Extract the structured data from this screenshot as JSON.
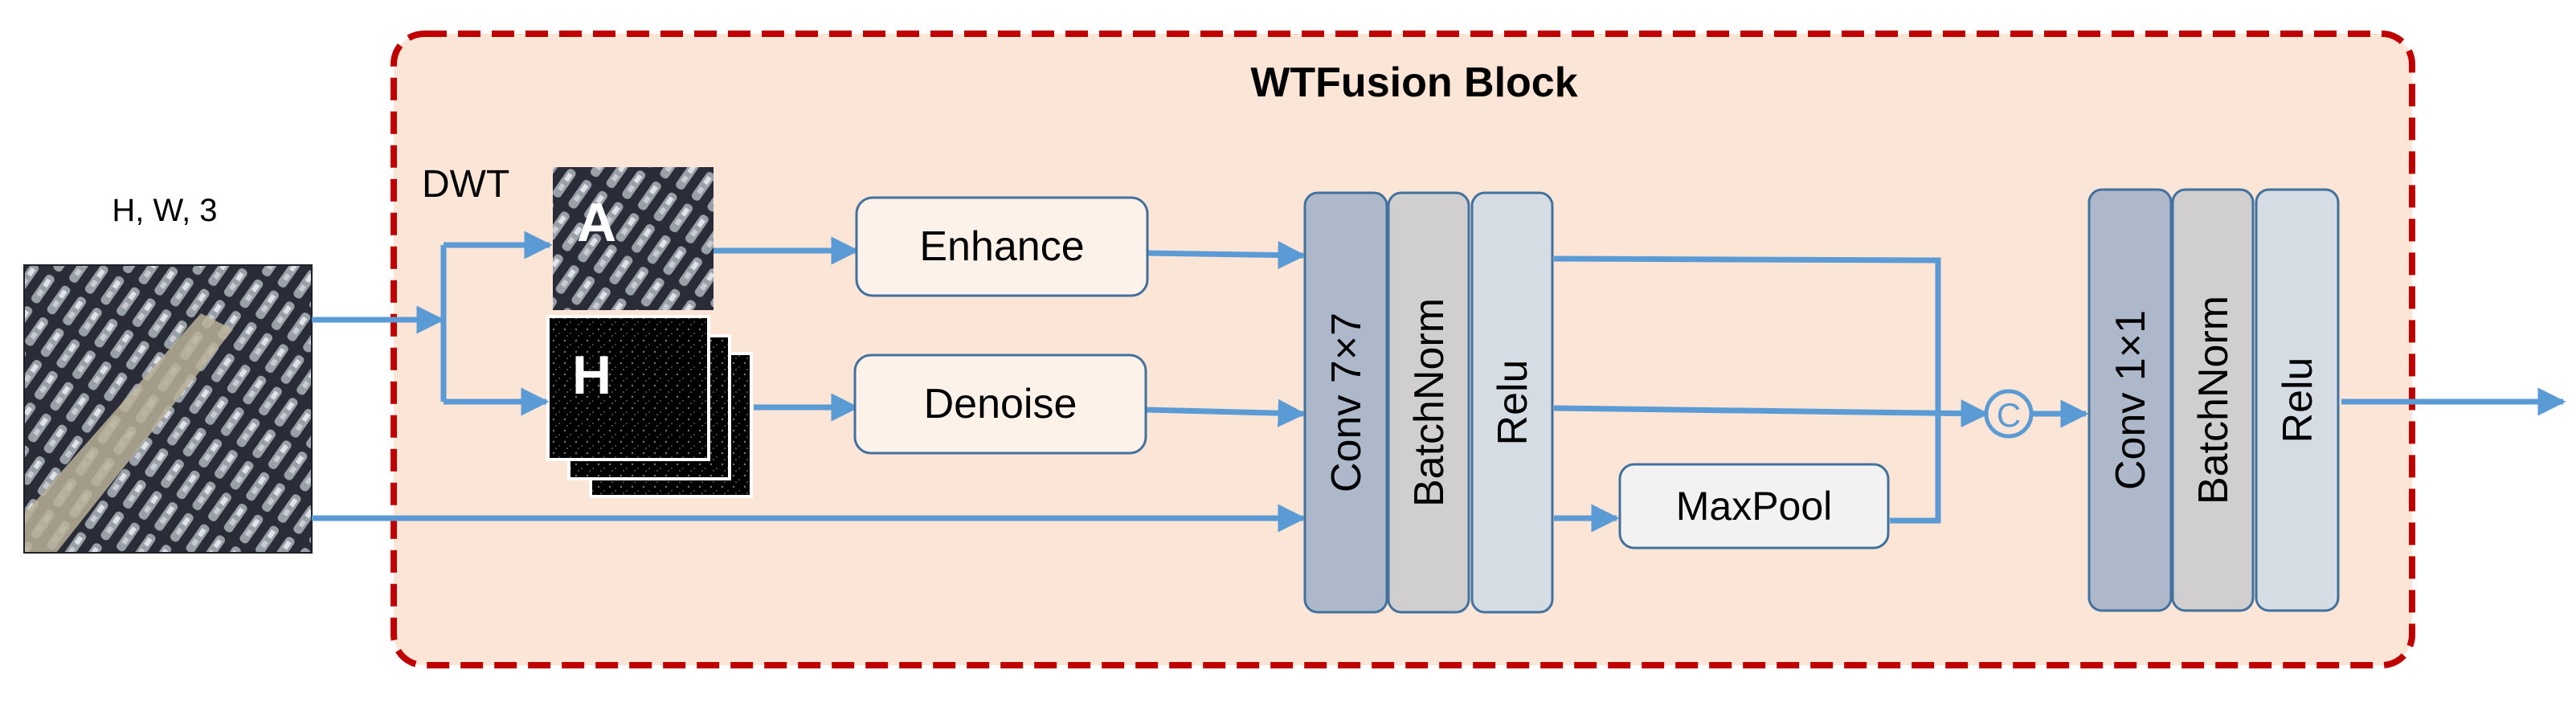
{
  "block": {
    "title": "WTFusion Block",
    "background_color": "#fbe5d6",
    "border_color": "#c00000"
  },
  "input": {
    "shape_label": "H, W, 3",
    "image_description": "aerial-ships-icon"
  },
  "dwt": {
    "label": "DWT",
    "low_freq_letter": "A",
    "high_freq_letter": "H"
  },
  "modules": {
    "enhance": "Enhance",
    "denoise": "Denoise",
    "maxpool": "MaxPool"
  },
  "stack1": {
    "conv": "Conv 7×7",
    "batchnorm": "BatchNorm",
    "relu": "Relu"
  },
  "stack2": {
    "conv": "Conv 1×1",
    "batchnorm": "BatchNorm",
    "relu": "Relu"
  },
  "concat": {
    "symbol": "C"
  },
  "colors": {
    "arrow": "#5b9bd5",
    "module_border": "#41719c",
    "conv_fill": "#adb9ca",
    "batchnorm_fill": "#d0cece",
    "relu_fill": "#d6dce4",
    "module_fill": "#fdf2ea",
    "maxpool_fill": "#f2f2f2"
  }
}
